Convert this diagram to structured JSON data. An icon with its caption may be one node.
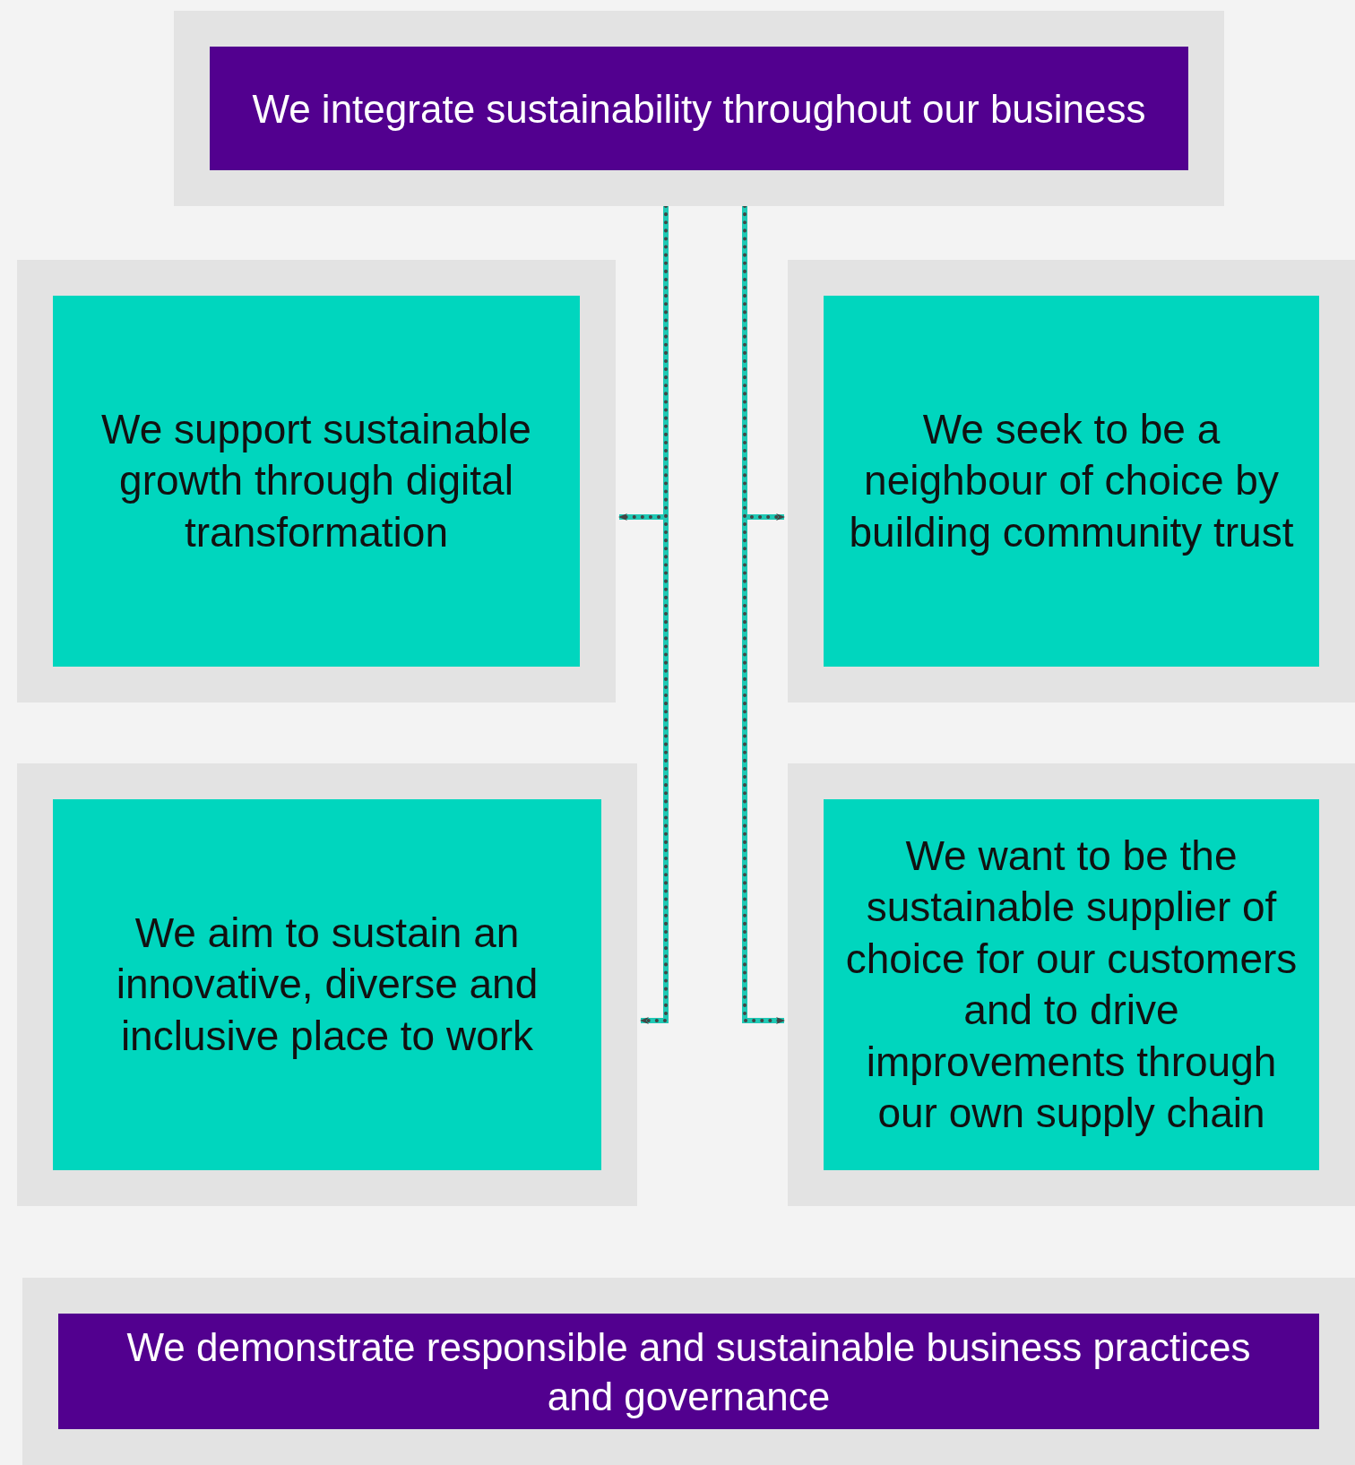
{
  "diagram": {
    "nodes": [
      {
        "text": [
          "We integrate sustainability throughout our business"
        ]
      },
      {
        "text": [
          "We support sustainable growth through digital transformation"
        ]
      },
      {
        "text": [
          "We seek to be a neighbour of choice by building community trust"
        ]
      },
      {
        "text": [
          "We aim to sustain an innovative, diverse and inclusive place to work"
        ]
      },
      {
        "text": [
          "We want to be the sustainable supplier of choice for our customers and to drive improvements through our own supply chain"
        ]
      },
      {
        "text": [
          "We demonstrate responsible and sustainable business practices and governance"
        ]
      }
    ],
    "edges": [
      {
        "from": 0,
        "to": 1,
        "arrow": "to"
      },
      {
        "from": 0,
        "to": 2,
        "arrow": "to"
      },
      {
        "from": 0,
        "to": 3,
        "arrow": "to"
      },
      {
        "from": 0,
        "to": 4,
        "arrow": "to"
      }
    ]
  }
}
